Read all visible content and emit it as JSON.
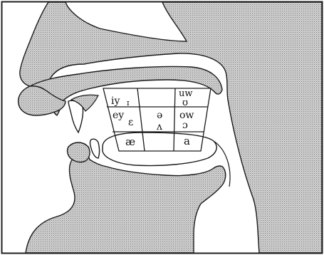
{
  "diagram": {
    "colors": {
      "border": "#222222",
      "outline": "#1a1a1a",
      "tissue_fill": "#d2d2d2",
      "stipple_dot": "#7a7a7a",
      "background": "#ffffff"
    },
    "vowel_chart": {
      "rows": [
        {
          "cells": [
            {
              "main": "iy",
              "sub": "ɪ"
            },
            {
              "main": "",
              "sub": ""
            },
            {
              "main": "uw",
              "sub": "ʊ"
            }
          ]
        },
        {
          "cells": [
            {
              "main": "ey",
              "sub": "ɛ"
            },
            {
              "main": "ə",
              "sub": "ʌ"
            },
            {
              "main": "ow",
              "sub": "ɔ"
            }
          ]
        },
        {
          "cells": [
            {
              "main": "æ",
              "sub": ""
            },
            {
              "main": "",
              "sub": ""
            },
            {
              "main": "a",
              "sub": ""
            }
          ]
        }
      ]
    }
  }
}
